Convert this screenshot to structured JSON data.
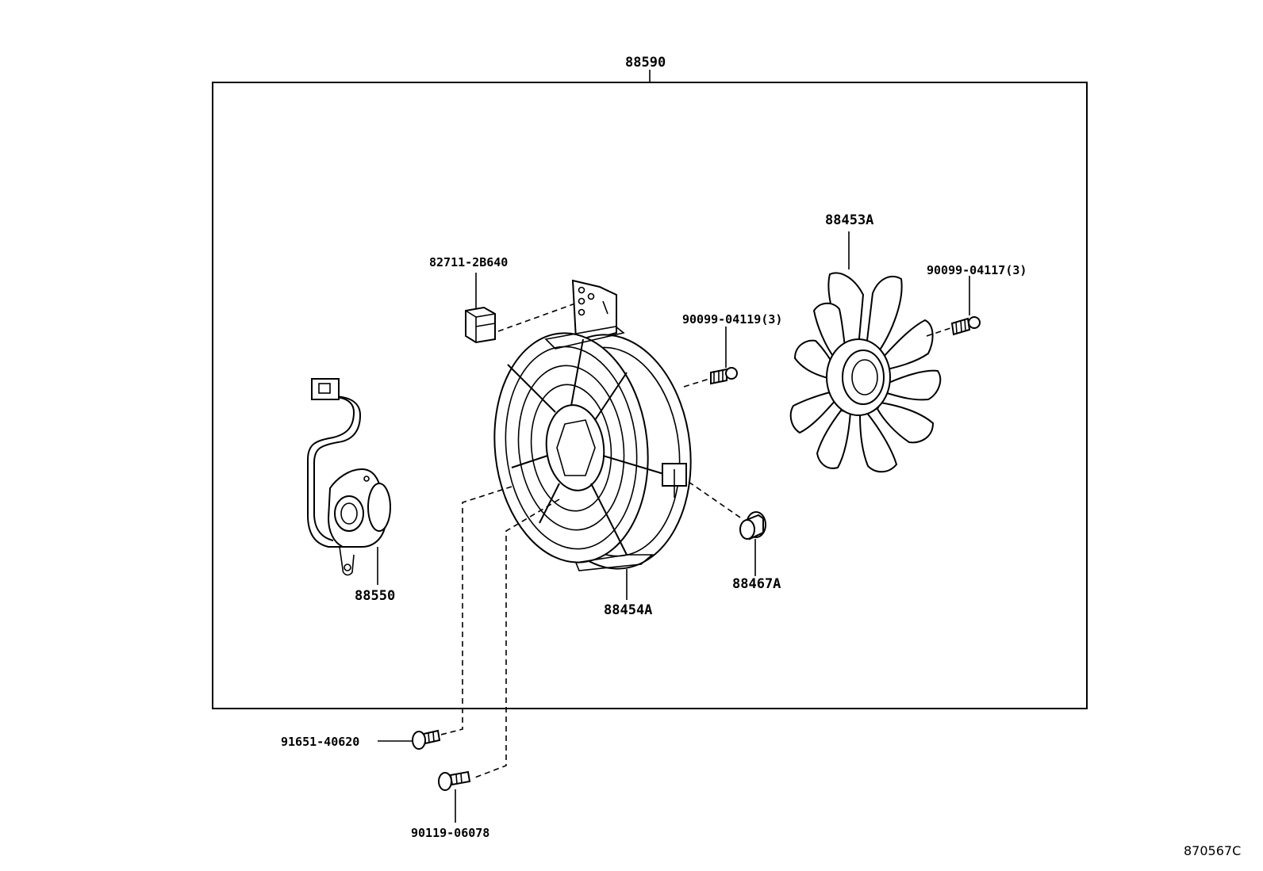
{
  "assembly": {
    "part_no": "88590"
  },
  "parts": {
    "clip": "82711-2B640",
    "fan": "88453A",
    "screw_fan": "90099-04117(3)",
    "screw_shroud": "90099-04119(3)",
    "motor": "88550",
    "shroud": "88454A",
    "grommet": "88467A",
    "bolt_lower": "91651-40620",
    "bolt_bottom": "90119-06078"
  },
  "drawing_ref": "870567C"
}
